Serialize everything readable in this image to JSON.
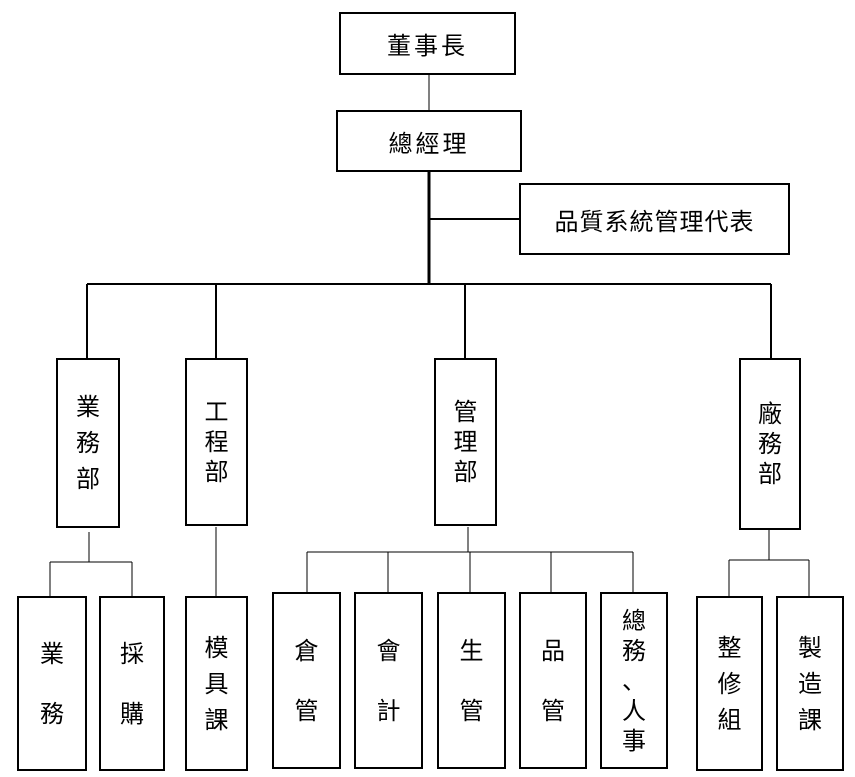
{
  "chairman": "董事長",
  "gm": "總經理",
  "qa_rep": "品質系統管理代表",
  "departments": [
    "業務部",
    "工程部",
    "管理部",
    "廠務部"
  ],
  "units": {
    "sales": [
      "業",
      "務"
    ],
    "purchasing": [
      "採",
      "購"
    ],
    "mold": "模具課",
    "warehouse": [
      "倉",
      "管"
    ],
    "accounting": [
      "會",
      "計"
    ],
    "production_control": [
      "生",
      "管"
    ],
    "quality_control": [
      "品",
      "管"
    ],
    "general_hr": [
      "總",
      "務",
      "、",
      "人",
      "事"
    ],
    "maintenance": "整修組",
    "manufacturing": "製造課"
  }
}
